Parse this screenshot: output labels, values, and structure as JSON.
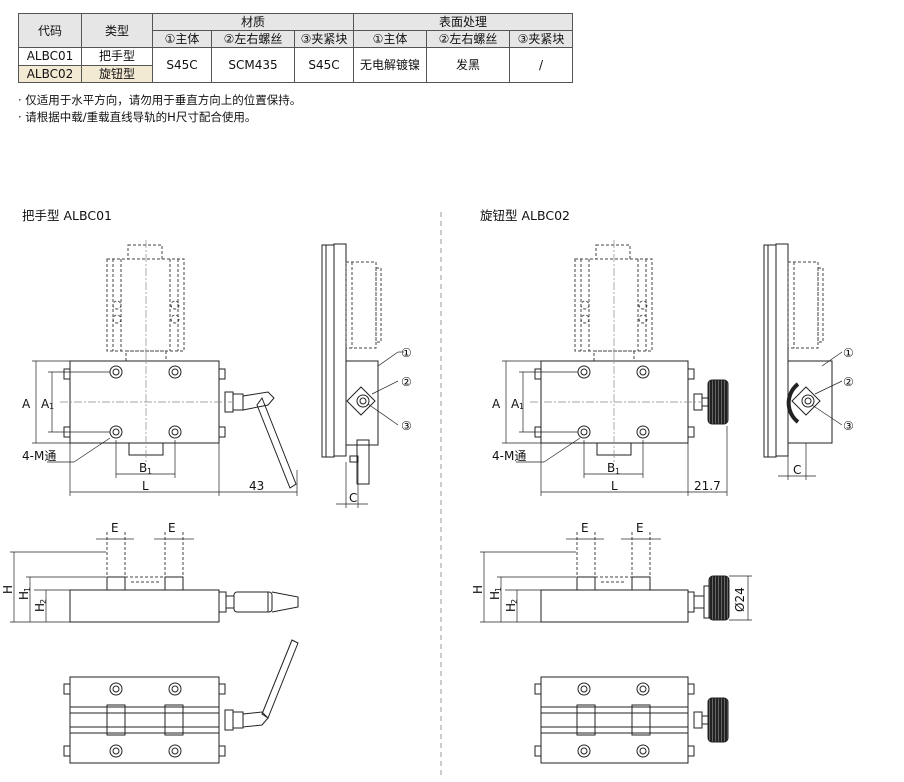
{
  "spec_table": {
    "headers": {
      "code": "代码",
      "type": "类型",
      "material": "材质",
      "surface": "表面处理",
      "material_cols": [
        "①主体",
        "②左右螺丝",
        "③夹紧块"
      ],
      "surface_cols": [
        "①主体",
        "②左右螺丝",
        "③夹紧块"
      ]
    },
    "rows": [
      {
        "code": "ALBC01",
        "type": "把手型"
      },
      {
        "code": "ALBC02",
        "type": "旋钮型"
      }
    ],
    "material_values": [
      "S45C",
      "SCM435",
      "S45C"
    ],
    "surface_values": [
      "无电解镀镍",
      "发黑",
      "/"
    ]
  },
  "notes": [
    "· 仅适用于水平方向，请勿用于垂直方向上的位置保持。",
    "· 请根据中载/重载直线导轨的H尺寸配合使用。"
  ],
  "left_drawing": {
    "title": "把手型  ALBC01",
    "dims": {
      "A": "A",
      "A1": "A",
      "hole": "4-M通",
      "B1": "B",
      "L": "L",
      "len": "43",
      "C": "C",
      "E": "E",
      "H": "H",
      "H1": "H",
      "H2": "H"
    },
    "callouts": [
      "①",
      "②",
      "③"
    ]
  },
  "right_drawing": {
    "title": "旋钮型  ALBC02",
    "dims": {
      "A": "A",
      "A1": "A",
      "hole": "4-M通",
      "B1": "B",
      "L": "L",
      "len": "21.7",
      "C": "C",
      "E": "E",
      "H": "H",
      "H1": "H",
      "H2": "H",
      "dia": "Ø24"
    },
    "callouts": [
      "①",
      "②",
      "③"
    ]
  },
  "sub1": "1",
  "sub2": "2",
  "colors": {
    "line": "#222222",
    "center": "#888888",
    "header_bg": "#e6e6e6",
    "selected_bg": "#f3ead3"
  }
}
